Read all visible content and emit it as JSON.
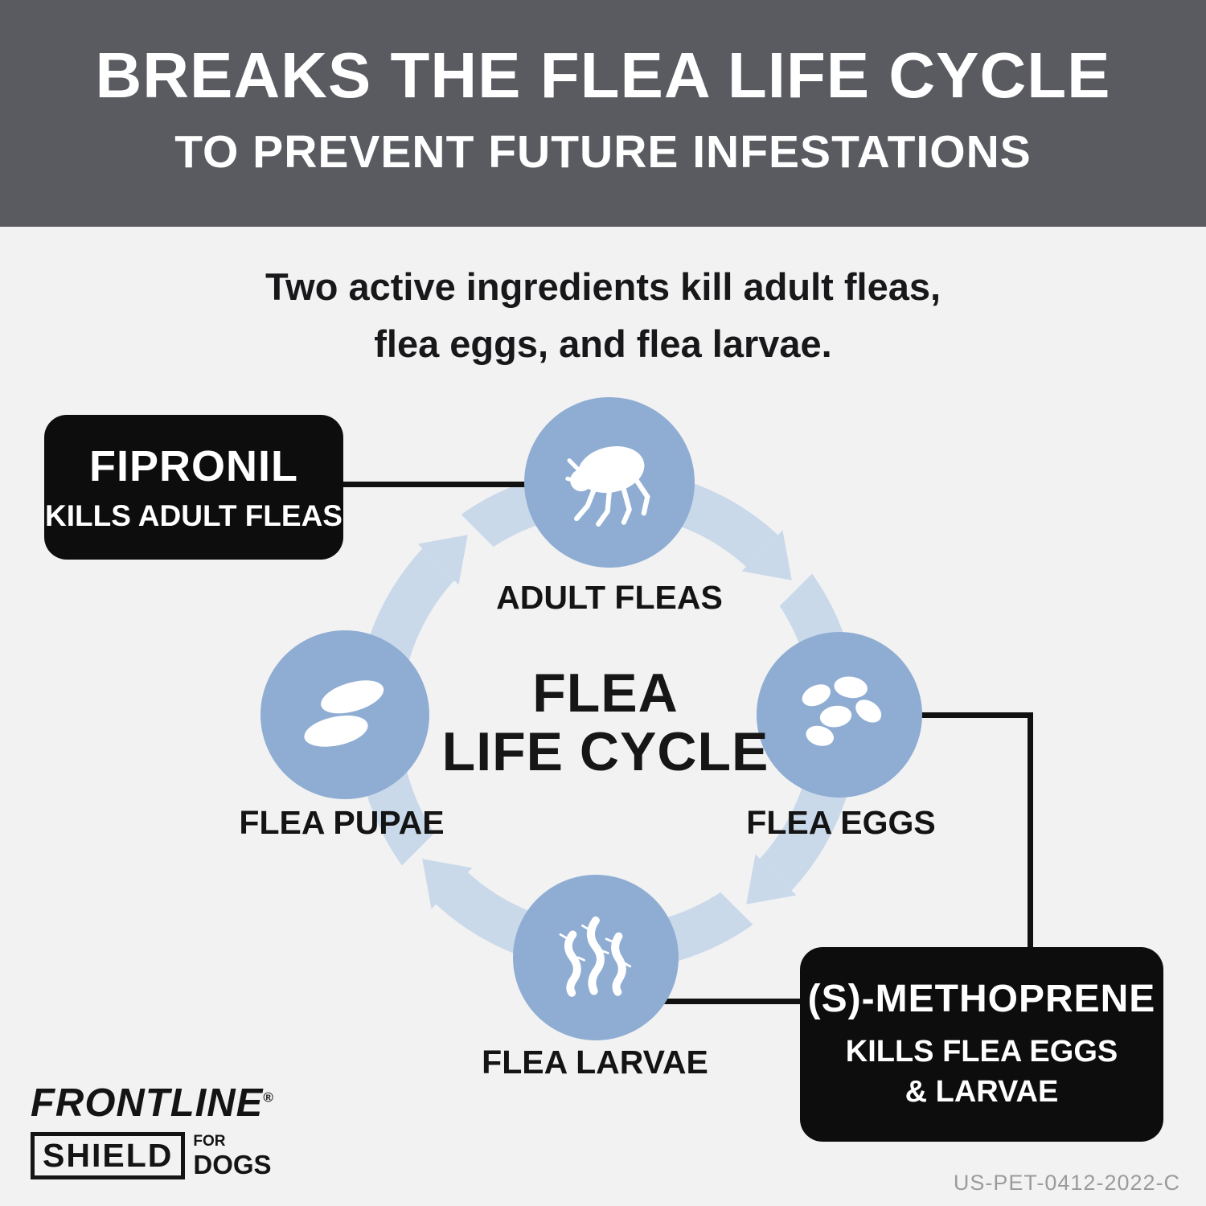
{
  "colors": {
    "header_bg": "#595b61",
    "page_bg": "#f2f2f3",
    "stage_circle_blue": "#8fadd3",
    "ring_blue": "#c9d9ea",
    "callout_bg": "#0d0d0d",
    "text_dark": "#161616",
    "footer_text_gray": "#9b9b9b"
  },
  "header": {
    "title": "BREAKS THE FLEA LIFE CYCLE",
    "subtitle": "TO PREVENT FUTURE INFESTATIONS"
  },
  "intro": {
    "line1": "Two active ingredients kill adult fleas,",
    "line2": "flea eggs, and flea larvae."
  },
  "cycle": {
    "center_line1": "FLEA",
    "center_line2": "LIFE CYCLE",
    "stages": [
      {
        "label": "ADULT FLEAS",
        "icon": "flea-icon"
      },
      {
        "label": "FLEA EGGS",
        "icon": "eggs-icon"
      },
      {
        "label": "FLEA LARVAE",
        "icon": "larvae-icon"
      },
      {
        "label": "FLEA PUPAE",
        "icon": "pupae-icon"
      }
    ]
  },
  "callouts": [
    {
      "title": "FIPRONIL",
      "description": "KILLS ADULT FLEAS"
    },
    {
      "title": "(S)-METHOPRENE",
      "description_line1": "KILLS FLEA EGGS",
      "description_line2": "& LARVAE"
    }
  ],
  "logo": {
    "brand": "FRONTLINE",
    "registered": "®",
    "shield": "SHIELD",
    "for_text": "FOR",
    "dogs": "DOGS"
  },
  "footer": {
    "code": "US-PET-0412-2022-C"
  }
}
